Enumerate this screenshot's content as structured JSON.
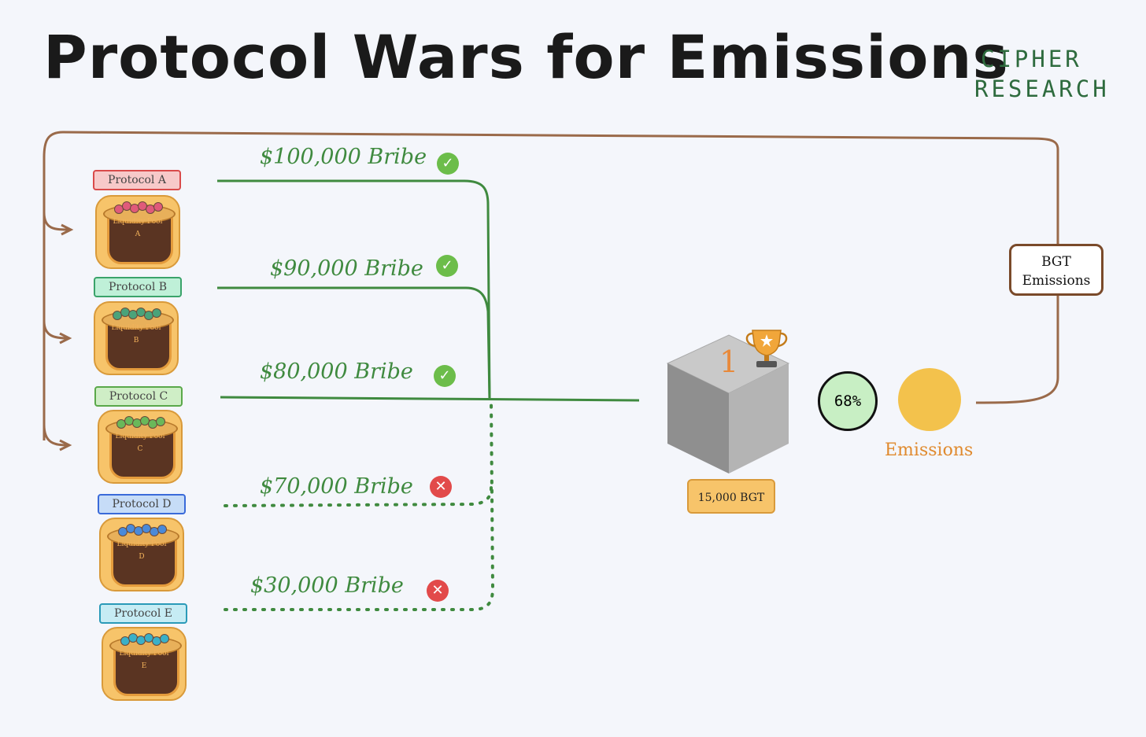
{
  "title": "Protocol Wars for Emissions",
  "brand": {
    "line1": "CIPHER",
    "line2": "RESEARCH"
  },
  "protocols": [
    {
      "label": "Protocol A",
      "pool_line1": "Liquidity Pool",
      "pool_line2": "A",
      "label_bg": "#f7c9c9",
      "label_border": "#d94a4a",
      "coin_color": "#e05a7a"
    },
    {
      "label": "Protocol B",
      "pool_line1": "Liquidity Pool",
      "pool_line2": "B",
      "label_bg": "#bff0d8",
      "label_border": "#3aa36a",
      "coin_color": "#4aa37a"
    },
    {
      "label": "Protocol C",
      "pool_line1": "Liquidity Pool",
      "pool_line2": "C",
      "label_bg": "#cfeec6",
      "label_border": "#5aa84a",
      "coin_color": "#6ab85a"
    },
    {
      "label": "Protocol D",
      "pool_line1": "Liquidity Pool",
      "pool_line2": "D",
      "label_bg": "#c6dcf7",
      "label_border": "#3a6ad9",
      "coin_color": "#4a8ad9"
    },
    {
      "label": "Protocol E",
      "pool_line1": "Liquidity Pool",
      "pool_line2": "E",
      "label_bg": "#c6ecf4",
      "label_border": "#2a9ab8",
      "coin_color": "#3ab0c8"
    }
  ],
  "bribes": [
    {
      "text": "$100,000 Bribe",
      "accepted": true,
      "mark": "✓"
    },
    {
      "text": "$90,000 Bribe",
      "accepted": true,
      "mark": "✓"
    },
    {
      "text": "$80,000 Bribe",
      "accepted": true,
      "mark": "✓"
    },
    {
      "text": "$70,000 Bribe",
      "accepted": false,
      "mark": "✕"
    },
    {
      "text": "$30,000 Bribe",
      "accepted": false,
      "mark": "✕"
    }
  ],
  "validator": {
    "rank": "1",
    "reward": "15,000 BGT",
    "trophy_icon": "trophy-icon"
  },
  "share": {
    "value": "68%"
  },
  "emissions": {
    "label": "Emissions",
    "icon": "bear-paw-icon"
  },
  "bgt_box": {
    "line1": "BGT",
    "line2": "Emissions"
  },
  "colors": {
    "accepted": "#3f8a3f",
    "rejected": "#3f8a3f",
    "loop": "#9a6a4a",
    "emissions": "#e08a2e"
  }
}
